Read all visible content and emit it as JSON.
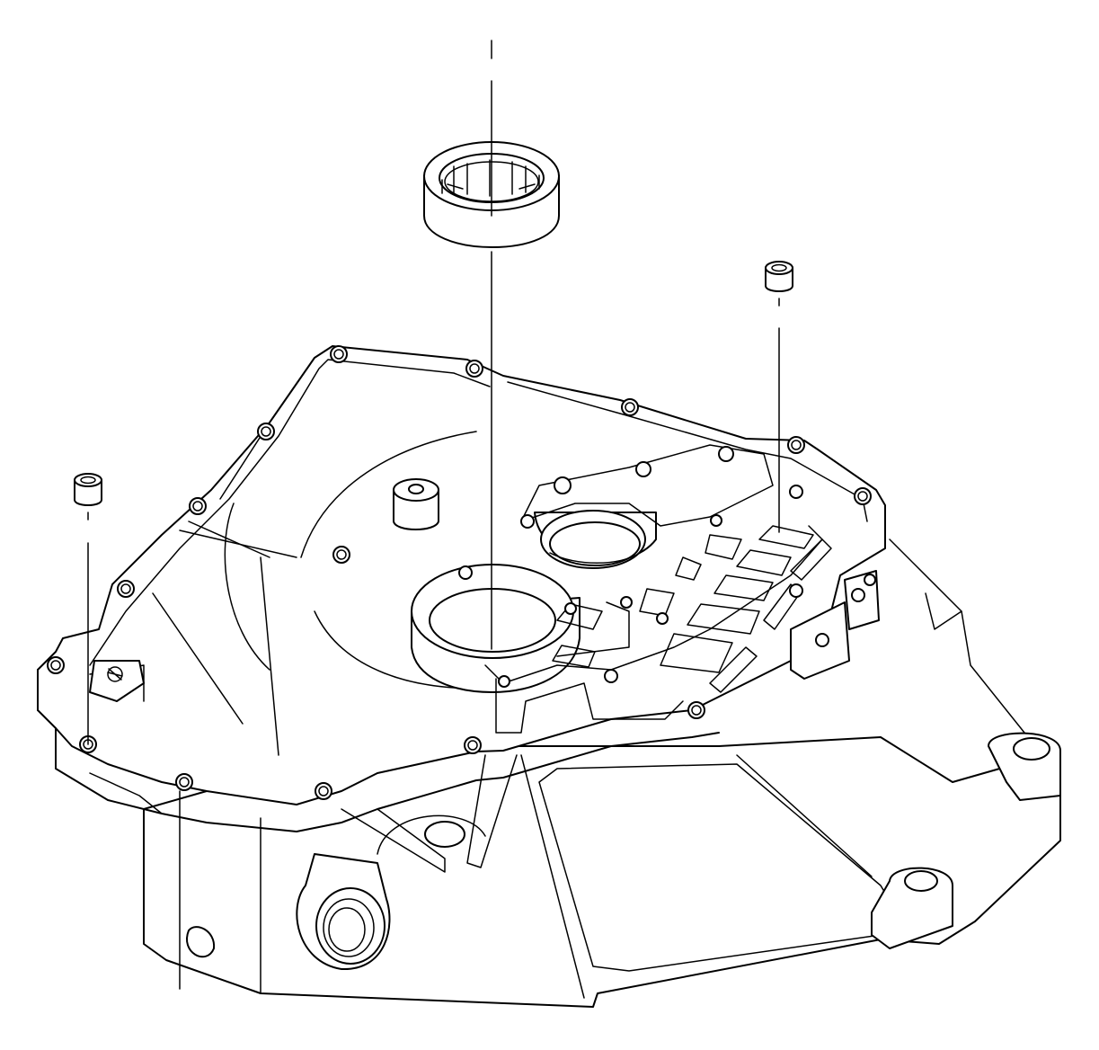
{
  "diagram": {
    "kind": "exploded-view line drawing",
    "parts": [
      {
        "id": "bearing",
        "icon": "roller-bearing-icon"
      },
      {
        "id": "dowel-left",
        "icon": "dowel-pin-icon"
      },
      {
        "id": "dowel-right",
        "icon": "dowel-pin-icon"
      },
      {
        "id": "case",
        "icon": "transaxle-case-icon"
      }
    ],
    "colors": {
      "stroke": "#000000",
      "background": "#ffffff"
    }
  }
}
